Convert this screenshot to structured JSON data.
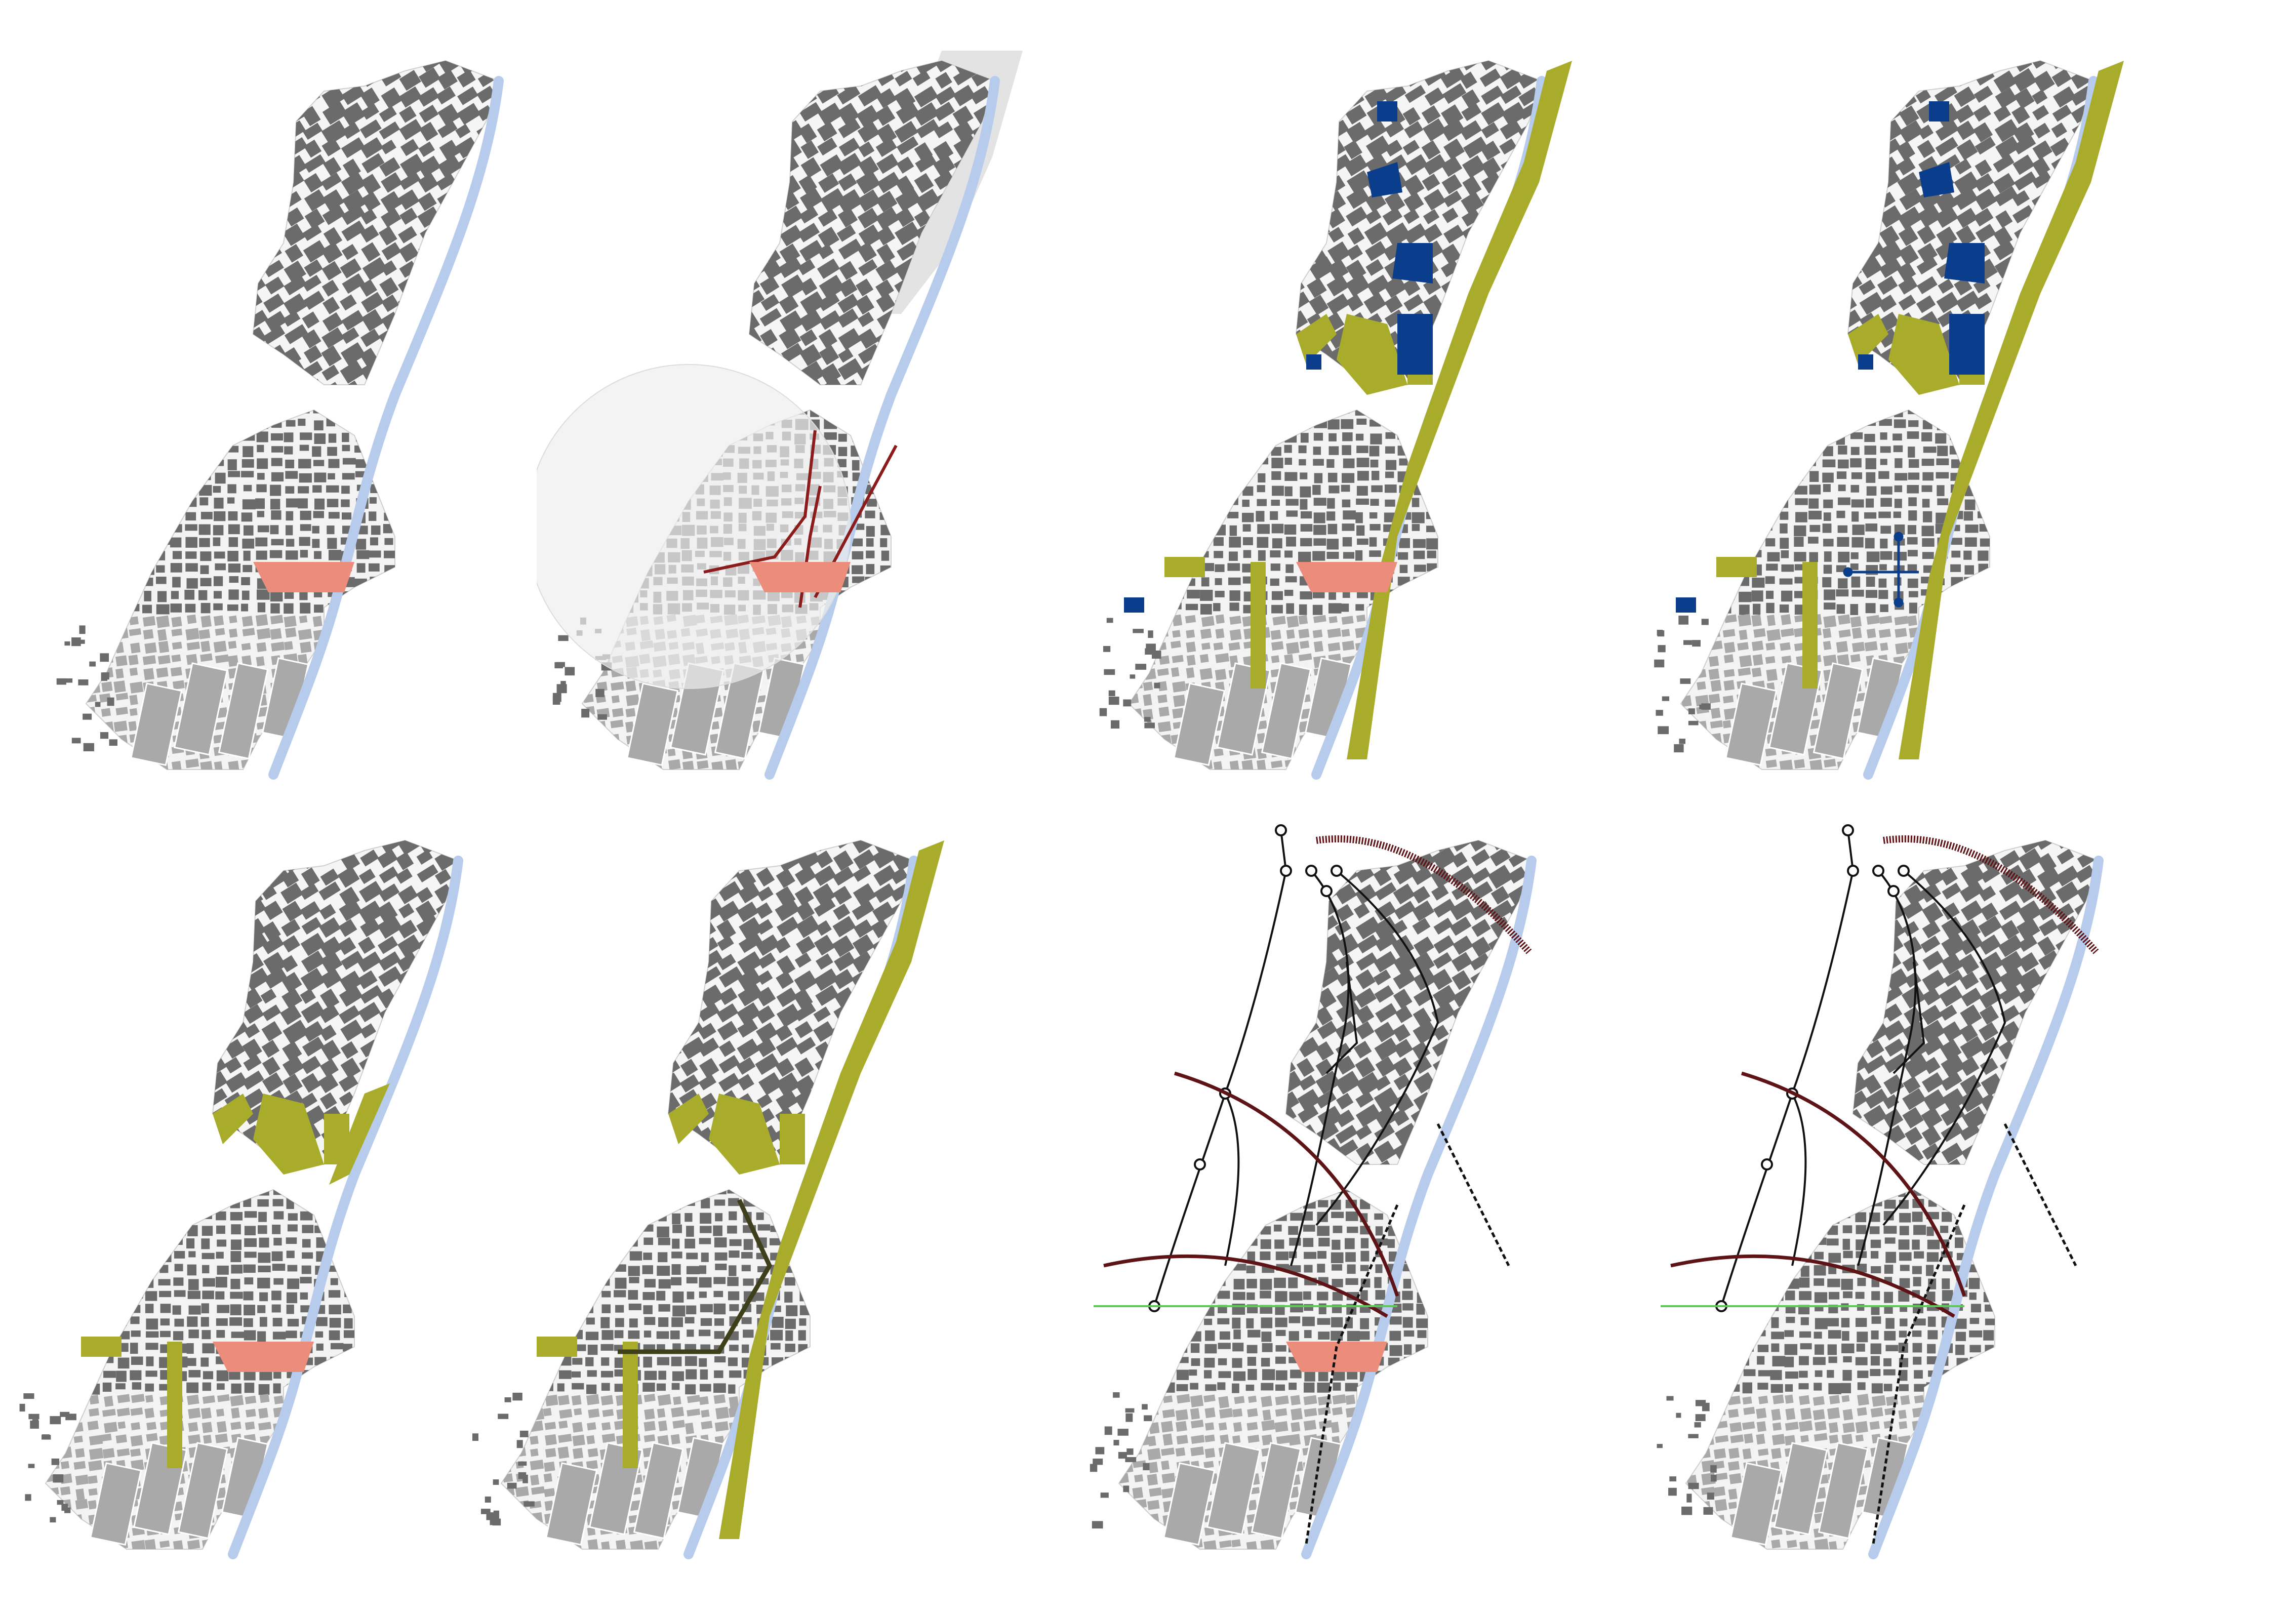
{
  "figure": {
    "labels": [],
    "panels": [
      {
        "id": "p1",
        "layers": [
          "blocks",
          "river",
          "salmon"
        ]
      },
      {
        "id": "p2",
        "layers": [
          "blocks",
          "river",
          "salmon",
          "grey-expansion",
          "influence-circle",
          "red-axes"
        ]
      },
      {
        "id": "p3",
        "layers": [
          "blocks",
          "river",
          "salmon",
          "green-spaces",
          "blue-blocks"
        ]
      },
      {
        "id": "p4",
        "layers": [
          "blocks",
          "river",
          "green-spaces",
          "blue-blocks",
          "blue-arrows"
        ]
      },
      {
        "id": "p5",
        "layers": [
          "blocks",
          "river",
          "salmon",
          "green-spaces-reduced"
        ]
      },
      {
        "id": "p6",
        "layers": [
          "blocks",
          "river",
          "green-spaces",
          "dark-green-path"
        ]
      },
      {
        "id": "p7",
        "layers": [
          "blocks",
          "river",
          "salmon",
          "road-network",
          "hatched-ring-road",
          "green-line"
        ]
      },
      {
        "id": "p8",
        "layers": [
          "blocks",
          "river",
          "road-network",
          "hatched-ring-road",
          "green-line"
        ]
      }
    ]
  },
  "colors": {
    "block_dark": "#6b6b6b",
    "block_light": "#a9a9a9",
    "river": "#b7ccec",
    "salmon": "#ec8d7c",
    "green": "#a9ac2b",
    "blue": "#0a3d8c",
    "red_axis": "#8c1b1b",
    "ring_road": "#5e1416",
    "grey_zone": "#e3e3e3",
    "green_line": "#5ec95a",
    "road": "#111111"
  }
}
